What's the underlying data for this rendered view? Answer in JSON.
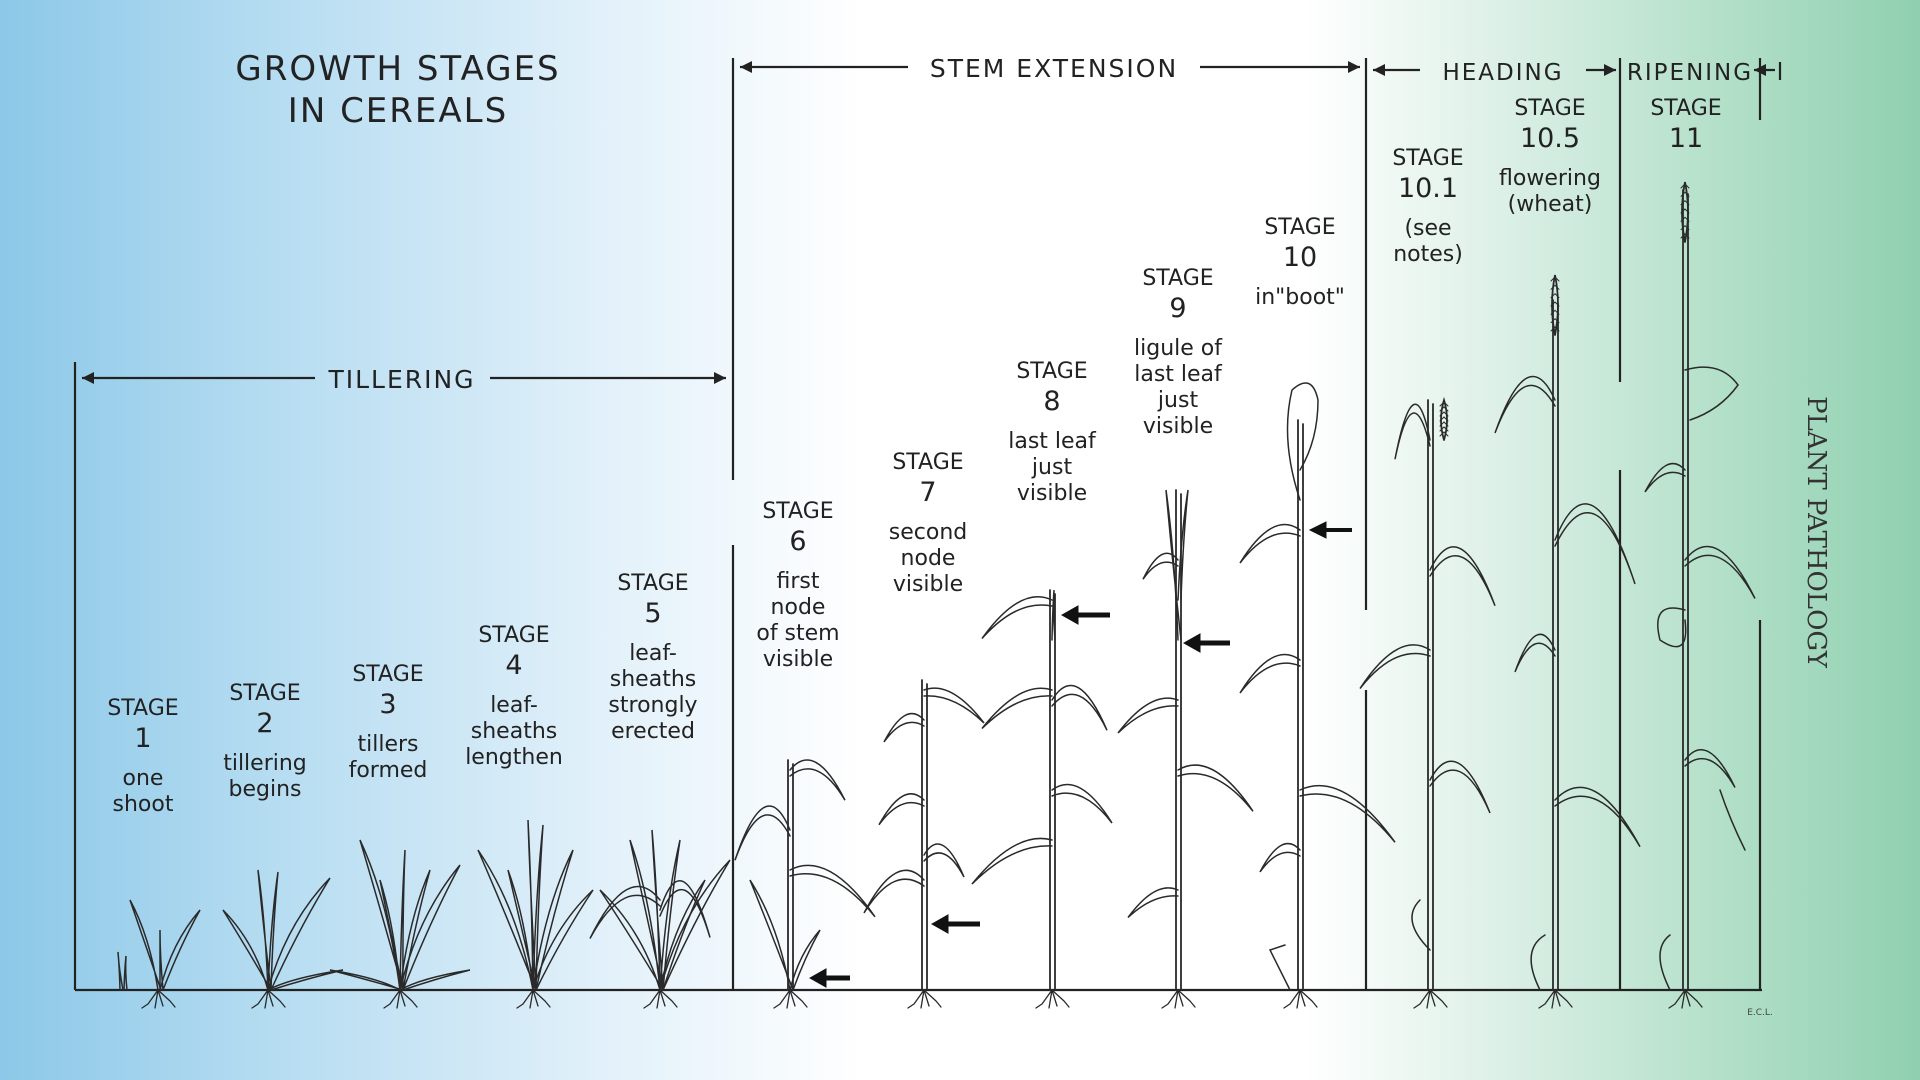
{
  "title": {
    "line1": "GROWTH STAGES",
    "line2": "IN CEREALS"
  },
  "phases": {
    "tillering": "TILLERING",
    "stem_extension": "STEM EXTENSION",
    "heading": "HEADING",
    "ripening": "RIPENING"
  },
  "side_label": "PLANT PATHOLOGY",
  "signature": "E.C.L.",
  "stages": [
    {
      "id": "1",
      "word": "STAGE",
      "number": "1",
      "desc": [
        "one",
        "shoot"
      ]
    },
    {
      "id": "2",
      "word": "STAGE",
      "number": "2",
      "desc": [
        "tillering",
        "begins"
      ]
    },
    {
      "id": "3",
      "word": "STAGE",
      "number": "3",
      "desc": [
        "tillers",
        "formed"
      ]
    },
    {
      "id": "4",
      "word": "STAGE",
      "number": "4",
      "desc": [
        "leaf-",
        "sheaths",
        "lengthen"
      ]
    },
    {
      "id": "5",
      "word": "STAGE",
      "number": "5",
      "desc": [
        "leaf-",
        "sheaths",
        "strongly",
        "erected"
      ]
    },
    {
      "id": "6",
      "word": "STAGE",
      "number": "6",
      "desc": [
        "first",
        "node",
        "of stem",
        "visible"
      ]
    },
    {
      "id": "7",
      "word": "STAGE",
      "number": "7",
      "desc": [
        "second",
        "node",
        "visible"
      ]
    },
    {
      "id": "8",
      "word": "STAGE",
      "number": "8",
      "desc": [
        "last leaf",
        "just",
        "visible"
      ]
    },
    {
      "id": "9",
      "word": "STAGE",
      "number": "9",
      "desc": [
        "ligule of",
        "last leaf",
        "just",
        "visible"
      ]
    },
    {
      "id": "10",
      "word": "STAGE",
      "number": "10",
      "desc": [
        "in\"boot\""
      ]
    },
    {
      "id": "10.1",
      "word": "STAGE",
      "number": "10.1",
      "desc": [
        "(see",
        "notes)"
      ]
    },
    {
      "id": "10.5",
      "word": "STAGE",
      "number": "10.5",
      "desc": [
        "flowering",
        "(wheat)"
      ]
    },
    {
      "id": "11",
      "word": "STAGE",
      "number": "11",
      "desc": []
    }
  ],
  "colors": {
    "ink": "#222222"
  }
}
